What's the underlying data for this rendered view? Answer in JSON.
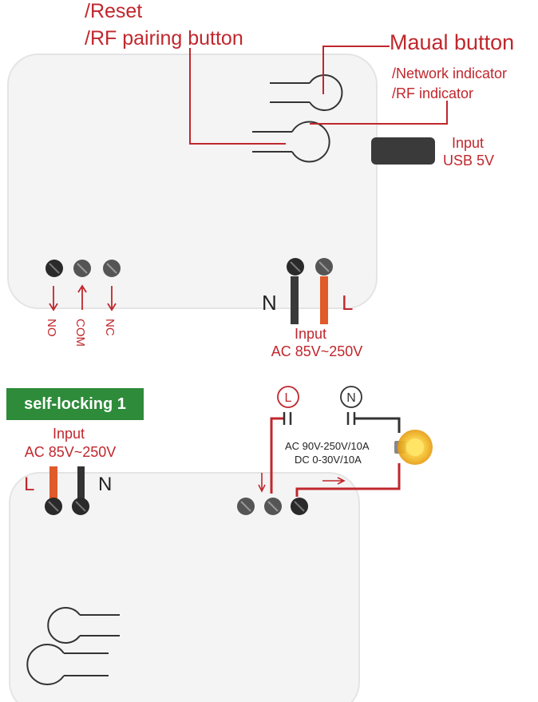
{
  "top": {
    "reset_label": "/Reset",
    "rf_pairing_label": "/RF pairing button",
    "manual_button_label": "Maual button",
    "network_indicator_label": "/Network indicator",
    "rf_indicator_label": "/RF indicator",
    "usb_input_line1": "Input",
    "usb_input_line2": "USB 5V",
    "terminals": [
      "NO",
      "COM",
      "NC"
    ],
    "neutral_label": "N",
    "live_label": "L",
    "ac_input_line1": "Input",
    "ac_input_line2": "AC 85V~250V"
  },
  "bottom": {
    "mode_badge": "self-locking 1",
    "ac_input_line1": "Input",
    "ac_input_line2": "AC 85V~250V",
    "live_label": "L",
    "neutral_label": "N",
    "circle_l": "L",
    "circle_n": "N",
    "load_rating_line1": "AC 90V-250V/10A",
    "load_rating_line2": "DC 0-30V/10A"
  },
  "colors": {
    "label_red": "#c0272d",
    "wire_orange": "#e05a2a",
    "wire_dark": "#333333",
    "badge_green": "#2e8b3a"
  },
  "icons": [
    "lamp-bulb-icon",
    "screw-terminal-icon",
    "button-symbol-icon"
  ]
}
